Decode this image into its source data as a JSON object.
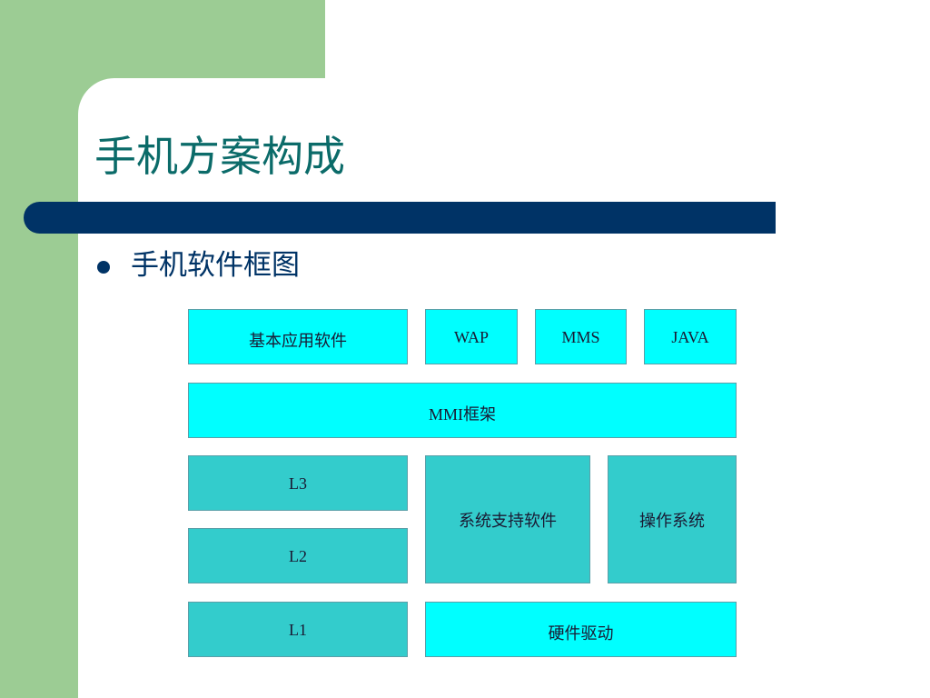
{
  "slide": {
    "title": "手机方案构成",
    "bullet": "手机软件框图"
  },
  "colors": {
    "left_panel": "#9ccc94",
    "title_bar": "#003366",
    "title_text": "#0b6b69",
    "box_light": "#00ffff",
    "box_teal": "#33cccc"
  },
  "diagram": {
    "app_software": "基本应用软件",
    "wap": "WAP",
    "mms": "MMS",
    "java": "JAVA",
    "mmi_framework": "MMI框架",
    "l3": "L3",
    "l2": "L2",
    "l1": "L1",
    "system_support_software": "系统支持软件",
    "operating_system": "操作系统",
    "hardware_driver": "硬件驱动"
  }
}
